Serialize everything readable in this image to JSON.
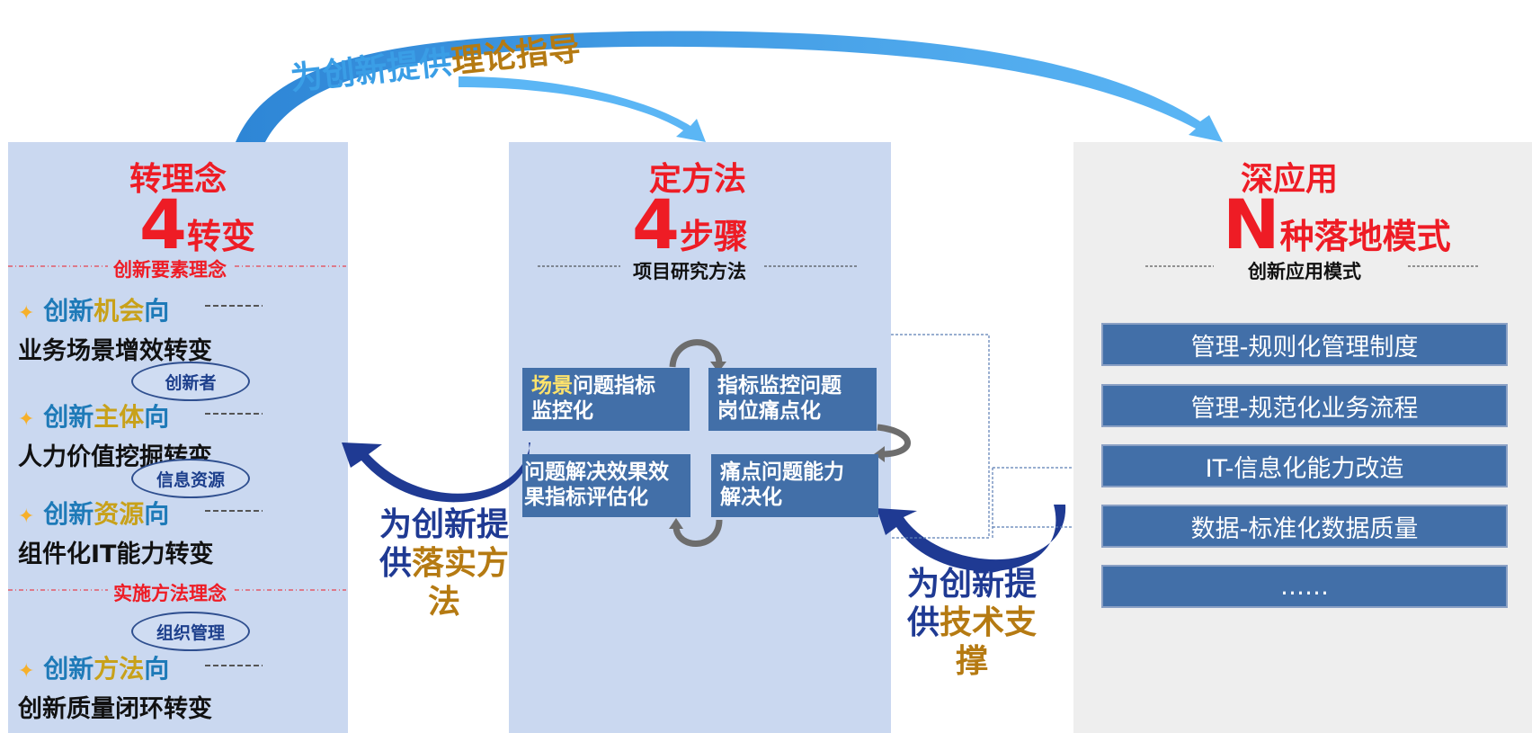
{
  "top_label": {
    "part1": "为创新提供",
    "part2": "理论指导"
  },
  "left": {
    "title": "转理念",
    "big_number": "4",
    "big_suffix": "转变",
    "section1": "创新要素理念",
    "section2": "实施方法理念",
    "items": [
      {
        "pre": "创新",
        "key": "机会",
        "post": "向",
        "desc": "业务场景增效转变"
      },
      {
        "pre": "创新",
        "key": "主体",
        "post": "向",
        "desc": "人力价值挖掘转变"
      },
      {
        "pre": "创新",
        "key": "资源",
        "post": "向",
        "desc": "组件化IT能力转变"
      },
      {
        "pre": "创新",
        "key": "方法",
        "post": "向",
        "desc": "创新质量闭环转变"
      }
    ],
    "bubbles": [
      "创新者",
      "信息资源",
      "组织管理"
    ]
  },
  "middle": {
    "title": "定方法",
    "big_number": "4",
    "big_suffix": "步骤",
    "subtitle": "项目研究方法",
    "steps": [
      {
        "highlight": "场景",
        "rest1": "问题指标",
        "line2": "监控化"
      },
      {
        "highlight": "",
        "rest1": "指标监控问题",
        "line2": "岗位痛点化"
      },
      {
        "highlight": "",
        "rest1": "问题解决效果效",
        "line2": "果指标评估化"
      },
      {
        "highlight": "",
        "rest1": "痛点问题能力",
        "line2": "解决化"
      }
    ]
  },
  "right": {
    "title": "深应用",
    "big_letter": "N",
    "big_suffix": "种落地模式",
    "subtitle": "创新应用模式",
    "modes": [
      "管理-规则化管理制度",
      "管理-规范化业务流程",
      "IT-信息化能力改造",
      "数据-标准化数据质量",
      "……"
    ]
  },
  "arrow_left": {
    "l1": "为创新提",
    "l2a": "供",
    "l2b": "落实方",
    "l3": "法"
  },
  "arrow_right": {
    "l1": "为创新提",
    "l2a": "供",
    "l2b": "技术支",
    "l3": "撑"
  },
  "colors": {
    "panel_blue": "#cad8f0",
    "panel_gray": "#eeeeee",
    "red": "#ee1c25",
    "step_blue": "#426fa8",
    "navy": "#1f3a93",
    "brown": "#b57a12",
    "arc_blue": "#3a9ee6"
  }
}
